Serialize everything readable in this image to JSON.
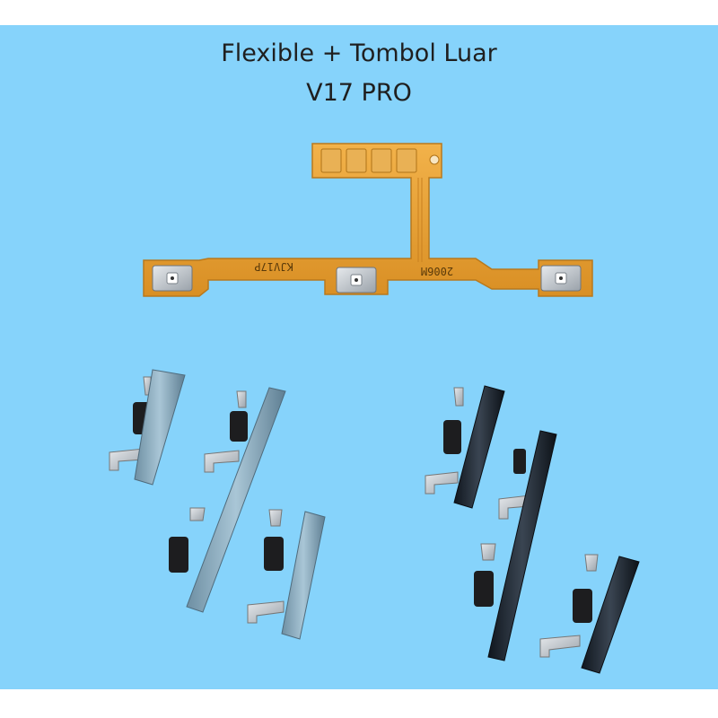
{
  "title_line1": "Flexible + Tombol Luar",
  "title_line2": "V17 PRO",
  "flex_cable": {
    "marking_left": "KJV17P",
    "marking_right": "2006M"
  },
  "colors": {
    "background": "#86d3fb",
    "flex": "#e8a43a",
    "button_light": "#8fb0c2",
    "button_dark": "#1f2630"
  }
}
